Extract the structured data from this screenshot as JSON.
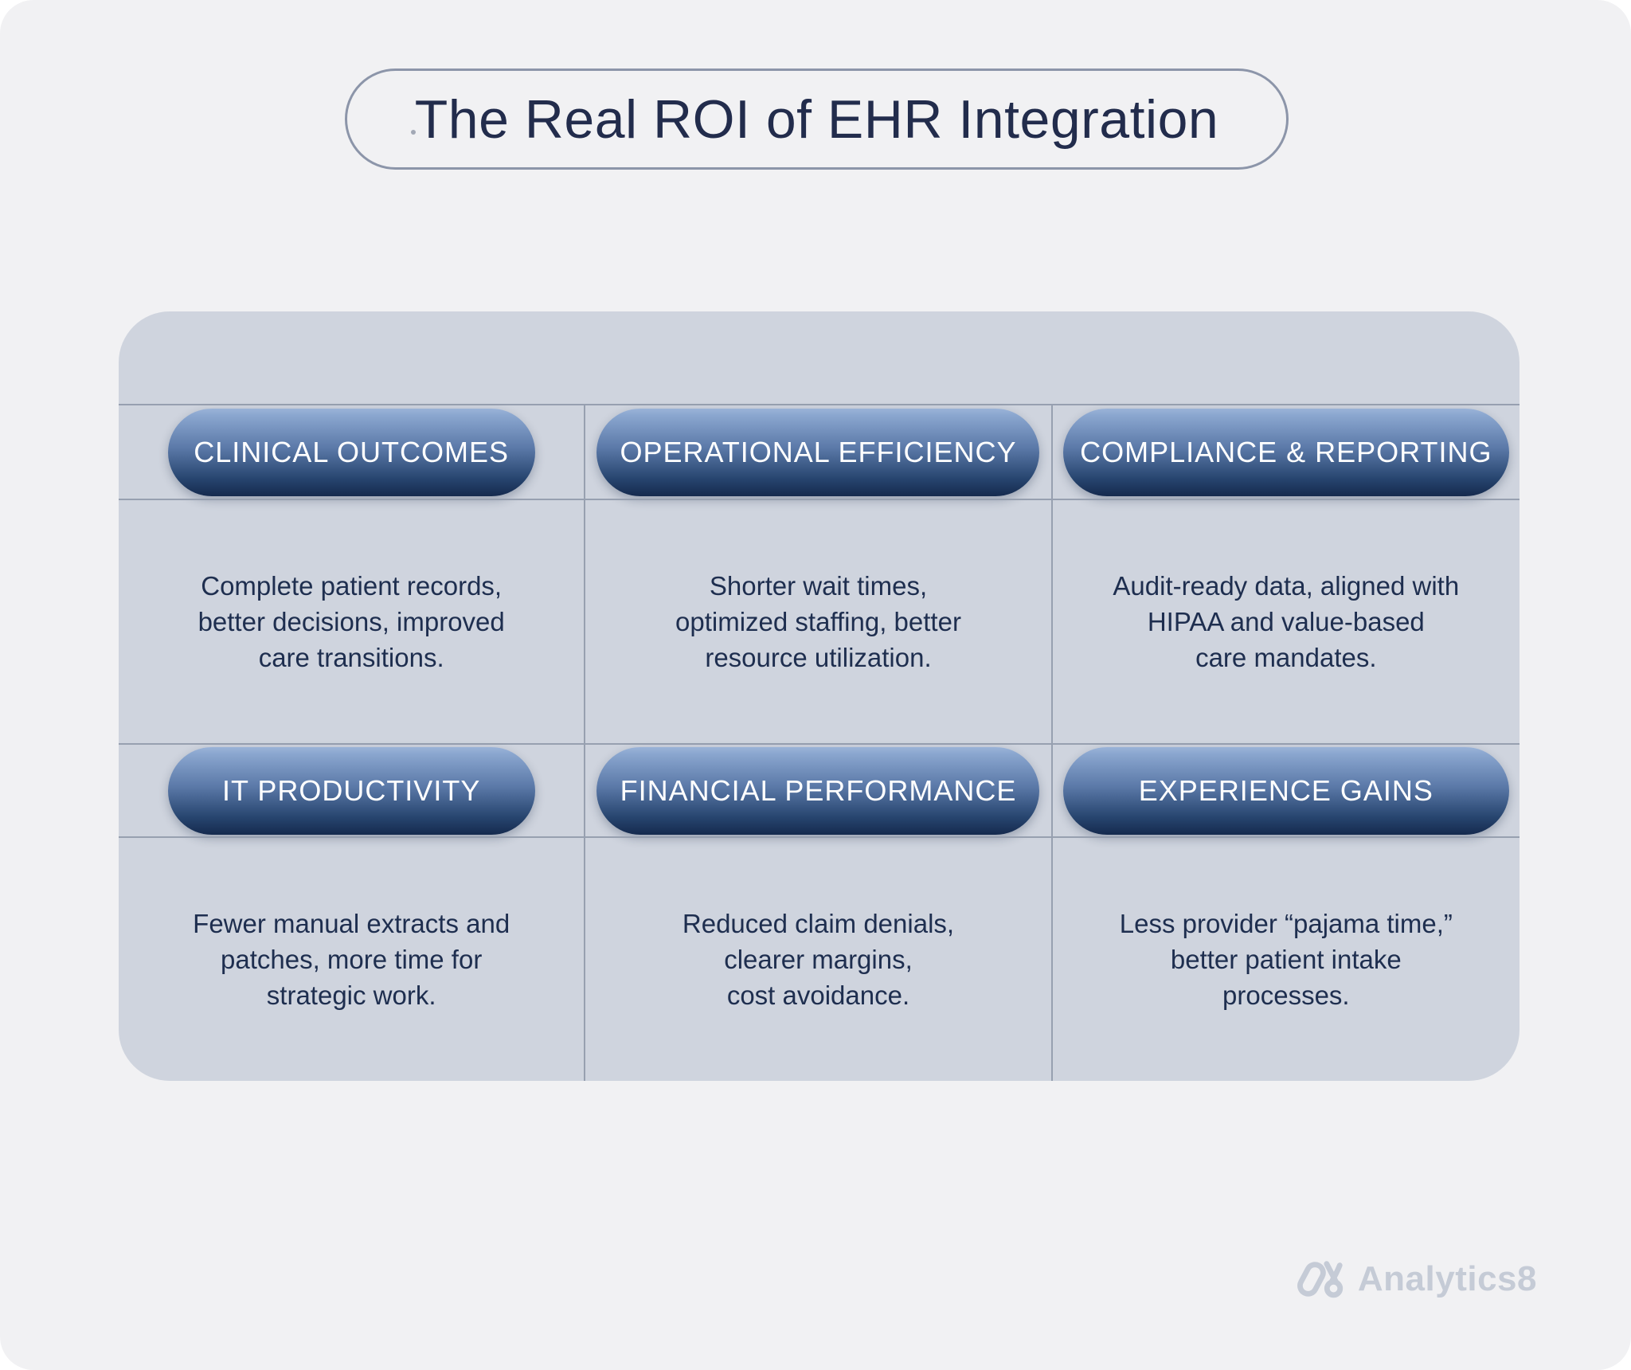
{
  "title": "The Real ROI of EHR Integration",
  "matrix": {
    "cards": [
      {
        "label": "CLINICAL OUTCOMES",
        "description": "Complete patient records,\nbetter decisions, improved\ncare transitions."
      },
      {
        "label": "OPERATIONAL EFFICIENCY",
        "description": "Shorter wait times,\noptimized staffing, better\nresource utilization."
      },
      {
        "label": "COMPLIANCE & REPORTING",
        "description": "Audit-ready data, aligned with\nHIPAA and value-based\ncare mandates."
      },
      {
        "label": "IT PRODUCTIVITY",
        "description": "Fewer manual extracts and\npatches, more time for\nstrategic work."
      },
      {
        "label": "FINANCIAL PERFORMANCE",
        "description": "Reduced claim denials,\nclearer margins,\ncost avoidance."
      },
      {
        "label": "EXPERIENCE GAINS",
        "description": "Less provider “pajama time,”\nbetter patient intake\nprocesses."
      }
    ]
  },
  "footer": {
    "brand": "Analytics8"
  },
  "colors": {
    "page_bg": "#f1f1f3",
    "panel_bg": "#cfd4de",
    "grid_line": "#97a0b0",
    "pill_text": "#ffffff",
    "body_text": "#1e2e4f",
    "title_text": "#222c4c",
    "title_border": "#8c95a9",
    "logo": "#c5cbd6"
  }
}
